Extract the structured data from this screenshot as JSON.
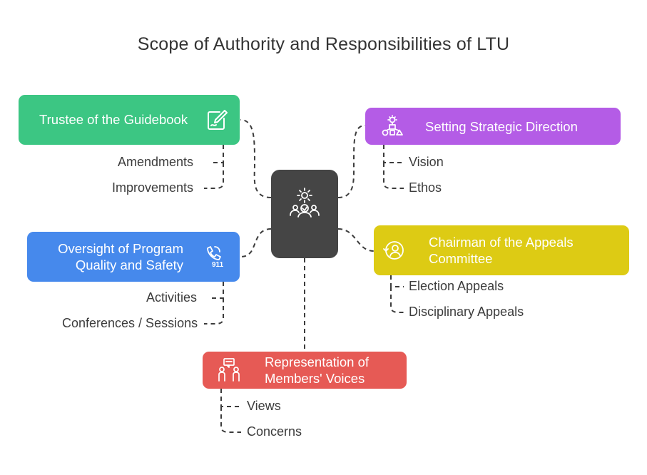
{
  "title": "Scope of Authority and Responsibilities of LTU",
  "colors": {
    "green": "#3cc683",
    "purple": "#b45ce6",
    "blue": "#4689ec",
    "yellow": "#ddcb14",
    "red": "#e65a55",
    "center": "#454545",
    "connector": "#3c3c3c"
  },
  "nodes": {
    "trustee": {
      "label": "Trustee of the Guidebook",
      "icon": "edit-note-icon",
      "items": [
        "Amendments",
        "Improvements"
      ]
    },
    "oversight": {
      "label_line1": "Oversight of Program",
      "label_line2": "Quality and Safety",
      "icon": "emergency-call-911-icon",
      "items": [
        "Activities",
        "Conferences / Sessions"
      ]
    },
    "strategic": {
      "label": "Setting Strategic Direction",
      "icon": "strategy-idea-icon",
      "items": [
        "Vision",
        "Ethos"
      ]
    },
    "chairman": {
      "label_line1": "Chairman of the Appeals",
      "label_line2": "Committee",
      "icon": "appeal-person-icon",
      "items": [
        "Election Appeals",
        "Disciplinary Appeals"
      ]
    },
    "representation": {
      "label_line1": "Representation of",
      "label_line2": "Members' Voices",
      "icon": "people-speaking-icon",
      "items": [
        "Views",
        "Concerns"
      ]
    },
    "center": {
      "icon": "team-settings-icon"
    }
  }
}
